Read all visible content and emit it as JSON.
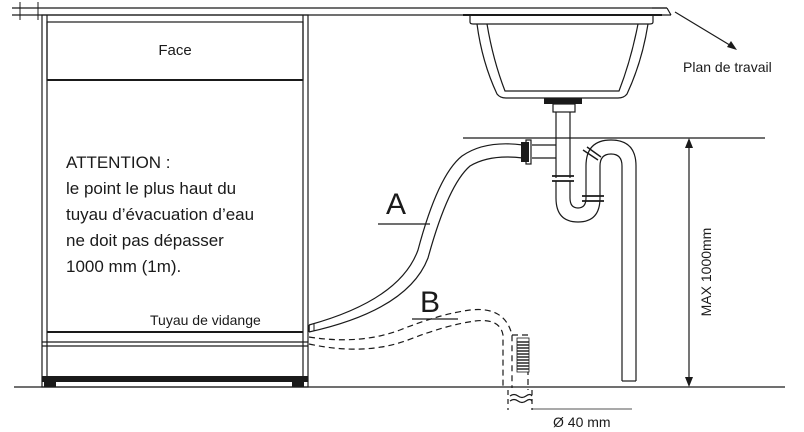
{
  "labels": {
    "face": "Face",
    "attention_lines": [
      "ATTENTION :",
      "le point le plus haut du",
      "tuyau d’évacuation d’eau",
      "ne doit pas dépasser",
      "1000 mm (1m)."
    ],
    "drain_hose": "Tuyau de vidange",
    "worktop": "Plan de travail",
    "hose_a": "A",
    "hose_b": "B",
    "pipe_diameter": "Ø 40 mm",
    "max_height": "MAX 1000mm"
  },
  "colors": {
    "line": "#1a1a1a",
    "background": "#ffffff"
  }
}
